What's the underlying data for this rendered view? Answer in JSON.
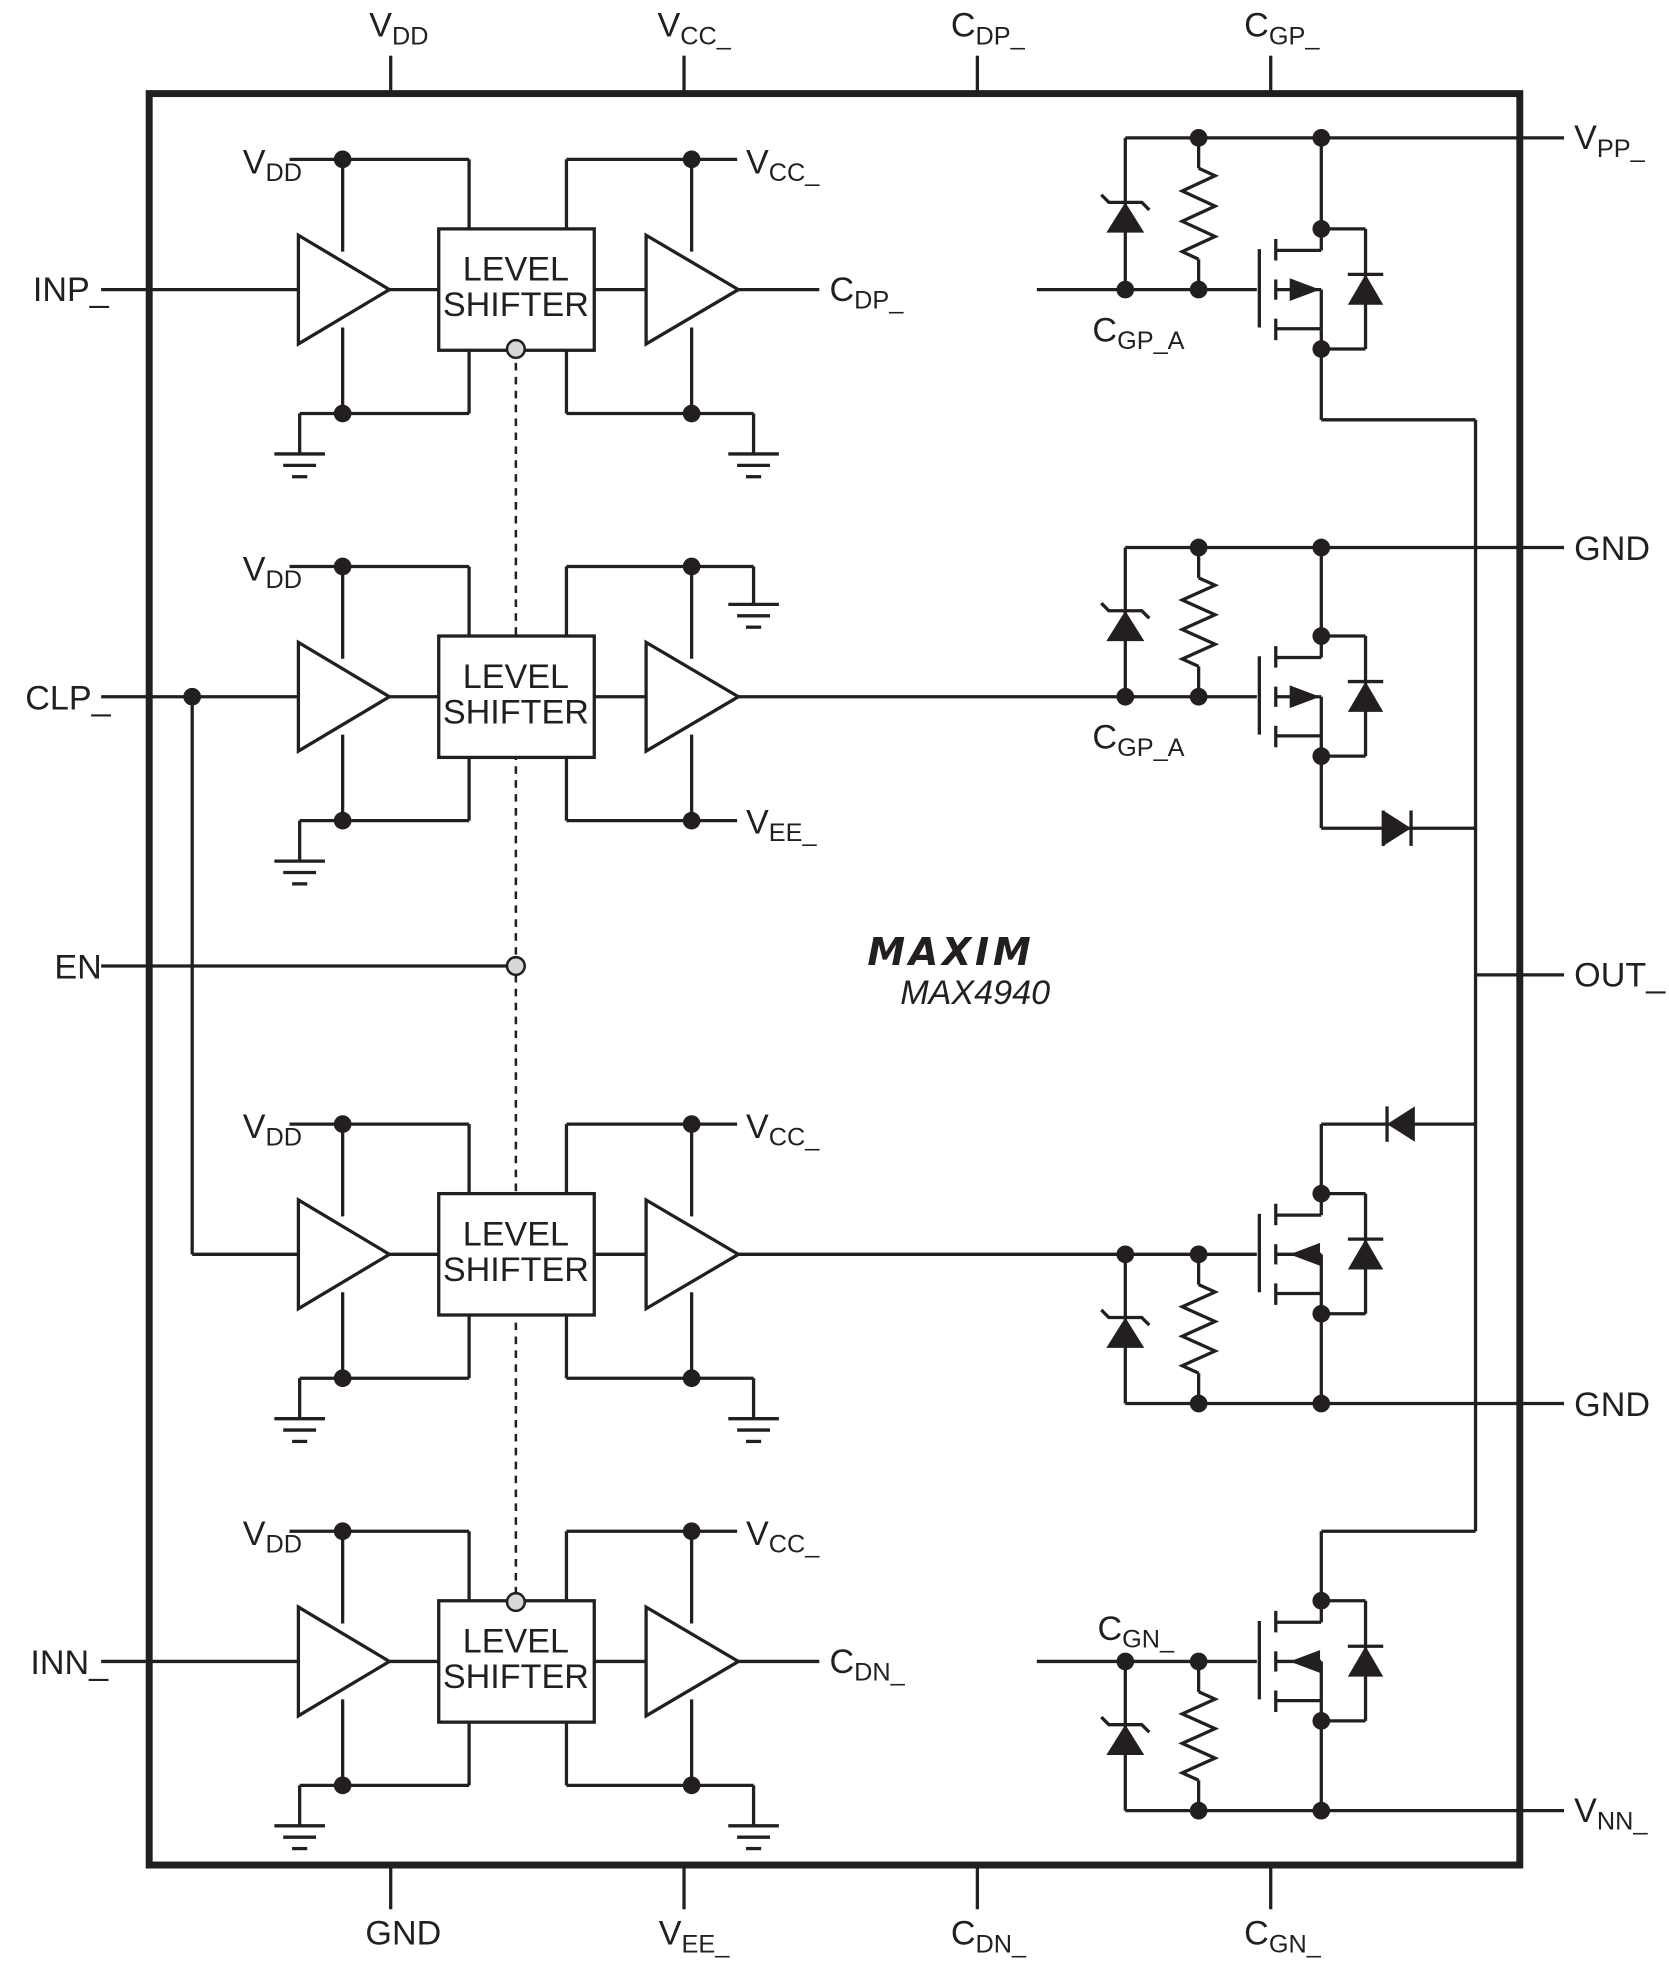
{
  "labels": {
    "top_vdd": "V",
    "top_vdd_sub": "DD",
    "top_vcc": "V",
    "top_vcc_sub": "CC_",
    "top_cdp": "C",
    "top_cdp_sub": "DP_",
    "top_cgp": "C",
    "top_cgp_sub": "GP_",
    "bot_gnd": "GND",
    "bot_vee": "V",
    "bot_vee_sub": "EE_",
    "bot_cdn": "C",
    "bot_cdn_sub": "DN_",
    "bot_cgn": "C",
    "bot_cgn_sub": "GN_",
    "in_inp": "INP_",
    "in_clp": "CLP_",
    "in_en": "EN",
    "in_inn": "INN_",
    "out_vpp": "V",
    "out_vpp_sub": "PP_",
    "out_gnd1": "GND",
    "out_out": "OUT_",
    "out_gnd2": "GND",
    "out_vnn": "V",
    "out_vnn_sub": "NN_",
    "ch_vdd": "V",
    "ch_vdd_sub": "DD",
    "ch_vcc": "V",
    "ch_vcc_sub": "CC_",
    "ch_vee": "V",
    "ch_vee_sub": "EE_",
    "ch_cdp": "C",
    "ch_cdp_sub": "DP_",
    "ch_cdn": "C",
    "ch_cdn_sub": "DN_",
    "cgpa": "C",
    "cgpa_sub": "GP_A",
    "cgn": "C",
    "cgn_sub": "GN_",
    "level": "LEVEL",
    "shifter": "SHIFTER"
  },
  "logo": "MAXIM",
  "part_number": "MAX4940",
  "colors": {
    "ink": "#231f20",
    "background": "#ffffff",
    "logic_node": "#d8d8d8"
  }
}
